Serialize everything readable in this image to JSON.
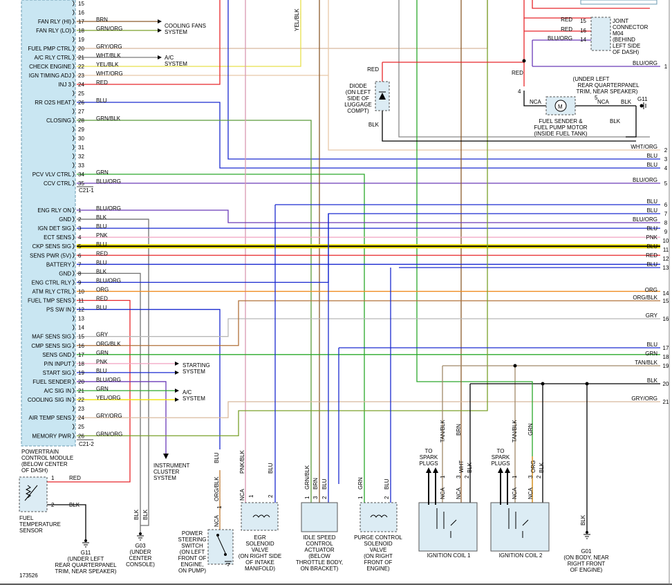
{
  "figure_number": "173526",
  "colors": {
    "RED": "#e8262a",
    "BRN": "#8c5a2b",
    "GRN/ORG": "#7aa02a",
    "GRY/ORG": "#d8b89c",
    "WHT/BLK": "#7a7a7a",
    "YEL/BLK": "#e8e04a",
    "WHT/ORG": "#e8c8a8",
    "BLU": "#1a2ad0",
    "GRN/BLK": "#5a9a3a",
    "GRN": "#2aa82a",
    "BLU/ORG": "#6a3ab8",
    "BLK": "#000000",
    "PNK": "#f2a2c0",
    "YEL": "#f0e000",
    "ORG": "#f08c20",
    "ORG/BLK": "#b07038",
    "GRY": "#b8b8b8",
    "TAN/BLK": "#a08868",
    "WHT": "#c8c8c8",
    "PNK/BLK": "#d898b0",
    "ORG/BLU": "#c07830",
    "ECM_FILL": "#c9e6f2",
    "BOX": "#dcecf4"
  },
  "pcm": {
    "name": "POWERTRAIN CONTROL MODULE (BELOW CENTER OF DASH)",
    "name_lines": [
      "POWERTRAIN",
      "CONTROL MODULE",
      "(BELOW CENTER",
      "OF DASH)"
    ],
    "connector1": "C21-1",
    "connector2": "C21-2",
    "c1_pins": [
      {
        "pin": "15",
        "label": "",
        "wire": ""
      },
      {
        "pin": "16",
        "label": "",
        "wire": ""
      },
      {
        "pin": "17",
        "label": "FAN RLY (HI)",
        "wire": "BRN"
      },
      {
        "pin": "18",
        "label": "FAN RLY (LO)",
        "wire": "GRN/ORG"
      },
      {
        "pin": "19",
        "label": "",
        "wire": ""
      },
      {
        "pin": "20",
        "label": "FUEL PMP CTRL",
        "wire": "GRY/ORG"
      },
      {
        "pin": "21",
        "label": "A/C RLY CTRL",
        "wire": "WHT/BLK"
      },
      {
        "pin": "22",
        "label": "CHECK ENGINE",
        "wire": "YEL/BLK"
      },
      {
        "pin": "23",
        "label": "IGN TIMING ADJ",
        "wire": "WHT/ORG"
      },
      {
        "pin": "24",
        "label": "INJ 3",
        "wire": "RED"
      },
      {
        "pin": "25",
        "label": "",
        "wire": ""
      },
      {
        "pin": "26",
        "label": "RR O2S HEAT",
        "wire": "BLU"
      },
      {
        "pin": "27",
        "label": "",
        "wire": ""
      },
      {
        "pin": "28",
        "label": "CLOSING",
        "wire": "GRN/BLK"
      },
      {
        "pin": "29",
        "label": "",
        "wire": ""
      },
      {
        "pin": "30",
        "label": "",
        "wire": ""
      },
      {
        "pin": "31",
        "label": "",
        "wire": ""
      },
      {
        "pin": "32",
        "label": "",
        "wire": ""
      },
      {
        "pin": "33",
        "label": "",
        "wire": ""
      },
      {
        "pin": "34",
        "label": "PCV VLV CTRL",
        "wire": "GRN"
      },
      {
        "pin": "35",
        "label": "CCV CTRL",
        "wire": "BLU/ORG"
      }
    ],
    "c2_pins": [
      {
        "pin": "1",
        "label": "ENG RLY ON",
        "wire": "BLU/ORG"
      },
      {
        "pin": "2",
        "label": "GND",
        "wire": "BLK"
      },
      {
        "pin": "3",
        "label": "IGN DET SIG",
        "wire": "BLU"
      },
      {
        "pin": "4",
        "label": "ECT SENS",
        "wire": "PNK"
      },
      {
        "pin": "5",
        "label": "CKP SENS SIG",
        "wire": "BLU"
      },
      {
        "pin": "6",
        "label": "SENS PWR (5V)",
        "wire": "RED"
      },
      {
        "pin": "7",
        "label": "BATTERY",
        "wire": "BLU"
      },
      {
        "pin": "8",
        "label": "GND",
        "wire": "BLK"
      },
      {
        "pin": "9",
        "label": "ENG CTRL RLY",
        "wire": "BLU/ORG"
      },
      {
        "pin": "10",
        "label": "ATM RLY CTRL",
        "wire": "ORG"
      },
      {
        "pin": "11",
        "label": "FUEL TMP SENS",
        "wire": "RED"
      },
      {
        "pin": "12",
        "label": "PS SW IN",
        "wire": "BLU"
      },
      {
        "pin": "13",
        "label": "",
        "wire": ""
      },
      {
        "pin": "14",
        "label": "",
        "wire": ""
      },
      {
        "pin": "15",
        "label": "MAF SENS SIG",
        "wire": "GRY"
      },
      {
        "pin": "16",
        "label": "CMP SENS SIG",
        "wire": "ORG/BLK"
      },
      {
        "pin": "17",
        "label": "SENS GND",
        "wire": "GRN"
      },
      {
        "pin": "18",
        "label": "P/N INPUT",
        "wire": "PNK"
      },
      {
        "pin": "19",
        "label": "START SIG",
        "wire": "BLU"
      },
      {
        "pin": "20",
        "label": "FUEL SENDER",
        "wire": "BLU/ORG"
      },
      {
        "pin": "21",
        "label": "A/C SIG IN",
        "wire": "GRN"
      },
      {
        "pin": "22",
        "label": "COOLING SIG IN",
        "wire": "YEL/ORG"
      },
      {
        "pin": "23",
        "label": "",
        "wire": ""
      },
      {
        "pin": "24",
        "label": "AIR TEMP SENS",
        "wire": "GRY/ORG"
      },
      {
        "pin": "25",
        "label": "",
        "wire": ""
      },
      {
        "pin": "26",
        "label": "MEMORY PWR",
        "wire": "GRN/ORG"
      }
    ]
  },
  "arrow_targets": {
    "cooling_fans": [
      "COOLING FANS",
      "SYSTEM"
    ],
    "ac_system_top": [
      "A/C",
      "SYSTEM"
    ],
    "starting_system": [
      "STARTING",
      "SYSTEM"
    ],
    "ac_system_bottom": [
      "A/C",
      "SYSTEM"
    ],
    "instrument_cluster": [
      "INSTRUMENT",
      "CLUSTER",
      "SYSTEM"
    ]
  },
  "right_edge_refs": [
    {
      "ref": "1",
      "wire": "BLU/ORG"
    },
    {
      "ref": "2",
      "wire": "WHT/ORG"
    },
    {
      "ref": "3",
      "wire": "BLU"
    },
    {
      "ref": "4",
      "wire": "BLU"
    },
    {
      "ref": "5",
      "wire": "BLU/ORG"
    },
    {
      "ref": "6",
      "wire": "BLU"
    },
    {
      "ref": "7",
      "wire": "BLU"
    },
    {
      "ref": "8",
      "wire": "BLU/ORG"
    },
    {
      "ref": "9",
      "wire": "BLU"
    },
    {
      "ref": "10",
      "wire": "PNK"
    },
    {
      "ref": "11",
      "wire": "BLU"
    },
    {
      "ref": "12",
      "wire": "RED"
    },
    {
      "ref": "13",
      "wire": "BLU"
    },
    {
      "ref": "14",
      "wire": "ORG"
    },
    {
      "ref": "15",
      "wire": "ORG/BLK"
    },
    {
      "ref": "16",
      "wire": "GRY"
    },
    {
      "ref": "17",
      "wire": "BLU"
    },
    {
      "ref": "18",
      "wire": "GRN"
    },
    {
      "ref": "19",
      "wire": "TAN/BLK"
    },
    {
      "ref": "20",
      "wire": "BLK"
    },
    {
      "ref": "21",
      "wire": "GRY/ORG"
    }
  ],
  "joint_connector": {
    "lines": [
      "JOINT",
      "CONNECTOR",
      "M04",
      "(BEHIND",
      "LEFT SIDE",
      "OF DASH)"
    ],
    "pins": [
      {
        "pin": "15",
        "wire": "RED"
      },
      {
        "pin": "16",
        "wire": "RED"
      },
      {
        "pin": "14",
        "wire": "BLU/ORG"
      }
    ]
  },
  "g11_top_note": [
    "(UNDER LEFT",
    "REAR QUARTERPANEL",
    "TRIM, NEAR SPEAKER)"
  ],
  "g11_top": "G11",
  "diode": {
    "lines": [
      "DIODE",
      "(ON LEFT",
      "SIDE OF",
      "LUGGAGE",
      "COMPT)"
    ],
    "wire_in": "RED",
    "wire_out": "BLK"
  },
  "fuel_pump": {
    "lines": [
      "FUEL SENDER &",
      "FUEL PUMP MOTOR",
      "(INSIDE FUEL TANK)"
    ],
    "motor_letter": "M",
    "pin4": "4",
    "pin5": "5",
    "wire_a": "NCA",
    "wire_b": "NCA",
    "wire_blk": "BLK",
    "wire_red": "RED"
  },
  "top_vert_wire_label": "YEL/BLK",
  "components": {
    "fuel_temp_sensor": {
      "lines": [
        "FUEL",
        "TEMPERATURE",
        "SENSOR"
      ],
      "pin1": "1",
      "pin2": "2",
      "wire1": "RED",
      "wire2": "BLK"
    },
    "g11_bottom": {
      "name": "G11",
      "lines": [
        "(UNDER LEFT",
        "REAR QUARTERPANEL",
        "TRIM, NEAR SPEAKER)"
      ]
    },
    "g03": {
      "name": "G03",
      "lines": [
        "(UNDER",
        "CENTER",
        "CONSOLE)"
      ]
    },
    "ps_switch": {
      "lines": [
        "POWER",
        "STEERING",
        "SWITCH",
        "(ON LEFT",
        "FRONT OF",
        "ENGINE,",
        "ON PUMP)"
      ],
      "pin1": "1",
      "wire_blu": "BLU",
      "wire_a": "ORG/BLK",
      "wire_nca": "NCA"
    },
    "egr": {
      "lines": [
        "EGR",
        "SOLENOID",
        "VALVE",
        "(ON RIGHT SIDE",
        "OF INTAKE",
        "MANIFOLD)"
      ],
      "pin1": "1",
      "pin2": "2",
      "wire1": "PNK/BLK",
      "wire2": "BLU",
      "nca": "NCA"
    },
    "idle_speed": {
      "lines": [
        "IDLE SPEED",
        "CONTROL",
        "ACTUATOR",
        "(BELOW",
        "THROTTLE BODY,",
        "ON BRACKET)"
      ],
      "pins": [
        "1",
        "3",
        "2"
      ],
      "wires": [
        "GRN/BLK",
        "BRN",
        "BLU"
      ]
    },
    "purge": {
      "lines": [
        "PURGE CONTROL",
        "SOLENOID",
        "VALVE",
        "(ON RIGHT",
        "FRONT OF",
        "ENGINE)"
      ],
      "pin1": "1",
      "pin2": "2",
      "wire1": "GRN",
      "wire2": "BLU"
    },
    "coil1": {
      "name": "IGNITION COIL 1",
      "to_plugs": [
        "TO",
        "SPARK",
        "PLUGS"
      ],
      "pins": [
        "1",
        "3",
        "2"
      ],
      "wires": [
        "TAN/BLK",
        "WHT",
        "BLK"
      ],
      "nca": "NCA",
      "top_wire": "BRN"
    },
    "coil2": {
      "name": "IGNITION COIL 2",
      "to_plugs": [
        "TO",
        "SPARK",
        "PLUGS"
      ],
      "pins": [
        "1",
        "3",
        "2"
      ],
      "wires": [
        "TAN/BLK",
        "ORG",
        "BLK"
      ],
      "nca": "NCA",
      "top_wire": "GRN"
    },
    "g01": {
      "name": "G01",
      "lines": [
        "(ON BODY, NEAR",
        "RIGHT FRONT",
        "OF ENGINE)"
      ],
      "wire": "BLK"
    }
  },
  "ground_wire_labels": {
    "g03_left": "BLK",
    "g03_right": "BLK"
  }
}
